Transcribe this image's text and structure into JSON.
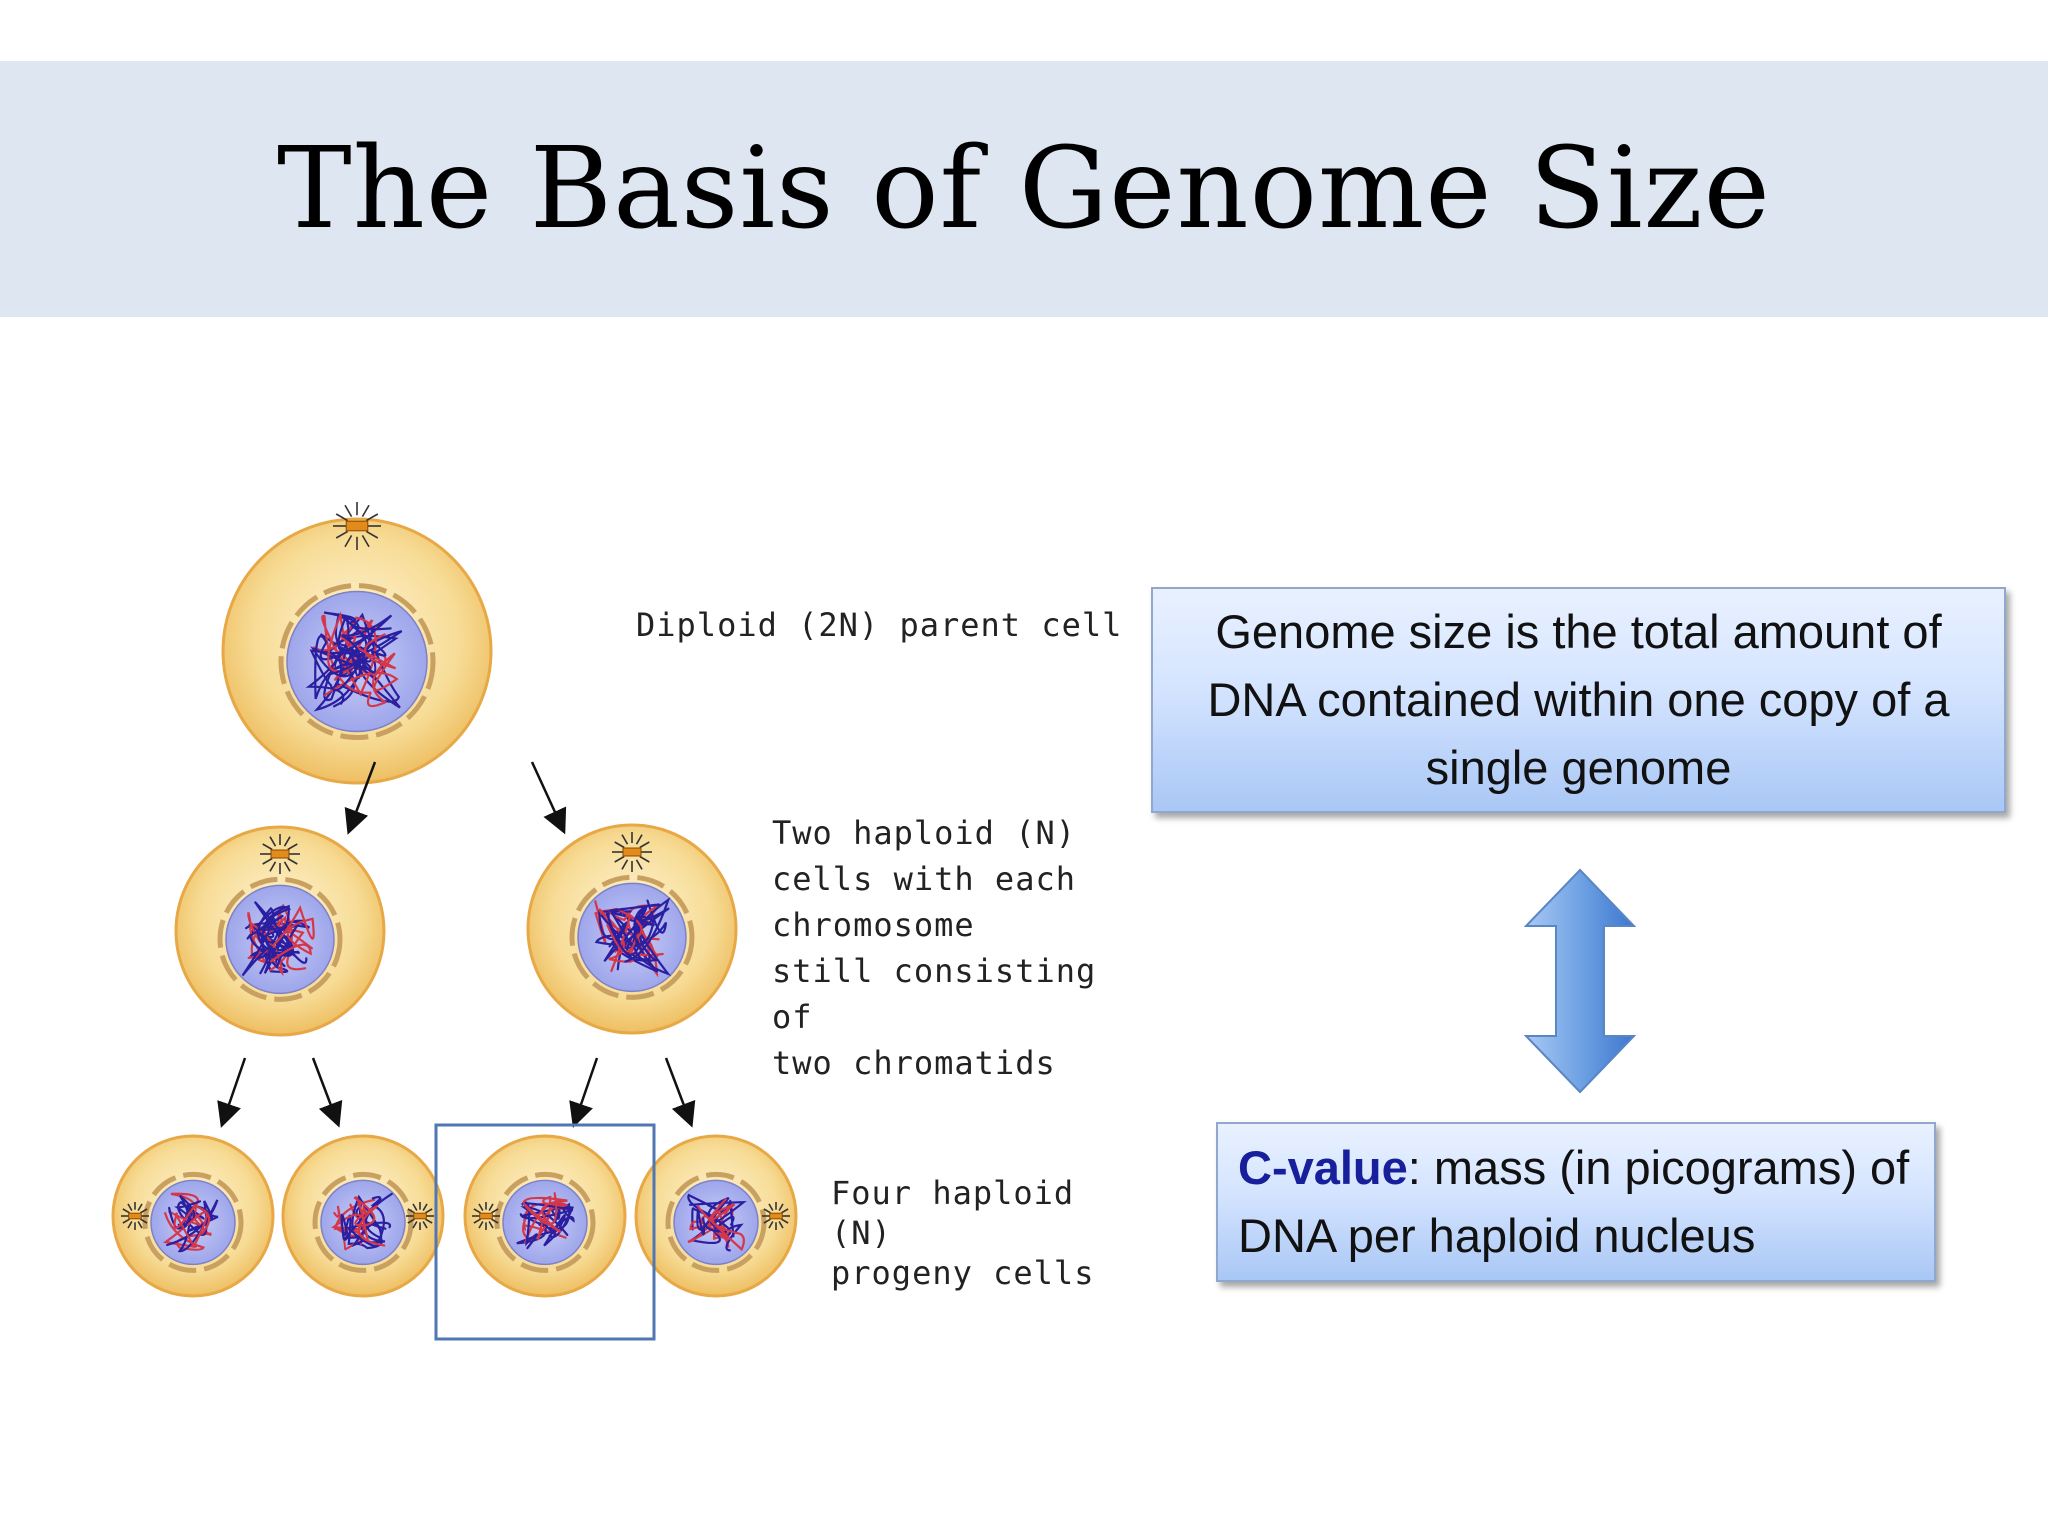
{
  "slide": {
    "title": "The Basis of Genome Size"
  },
  "diagram": {
    "labels": {
      "parent": "Diploid (2N) parent cell",
      "middle": "Two haploid (N)\ncells with each\nchromosome\nstill consisting of\ntwo chromatids",
      "bottom": "Four haploid (N)\nprogeny cells"
    },
    "colors": {
      "cytoplasm": "#f7dc96",
      "membrane": "#e7a845",
      "nucleus": "#a7aeee",
      "chromatin_blue": "#2a1fa0",
      "chromatin_red": "#d4374a",
      "highlight_box": "#4f77b3"
    }
  },
  "definition": {
    "text": "Genome size is the total amount of DNA contained within one copy of a single genome"
  },
  "cvalue": {
    "term": "C-value",
    "rest": ": mass (in picograms) of DNA per haploid nucleus"
  },
  "connector": {
    "icon": "double-arrow-vertical-icon",
    "color": "#5b93de"
  }
}
